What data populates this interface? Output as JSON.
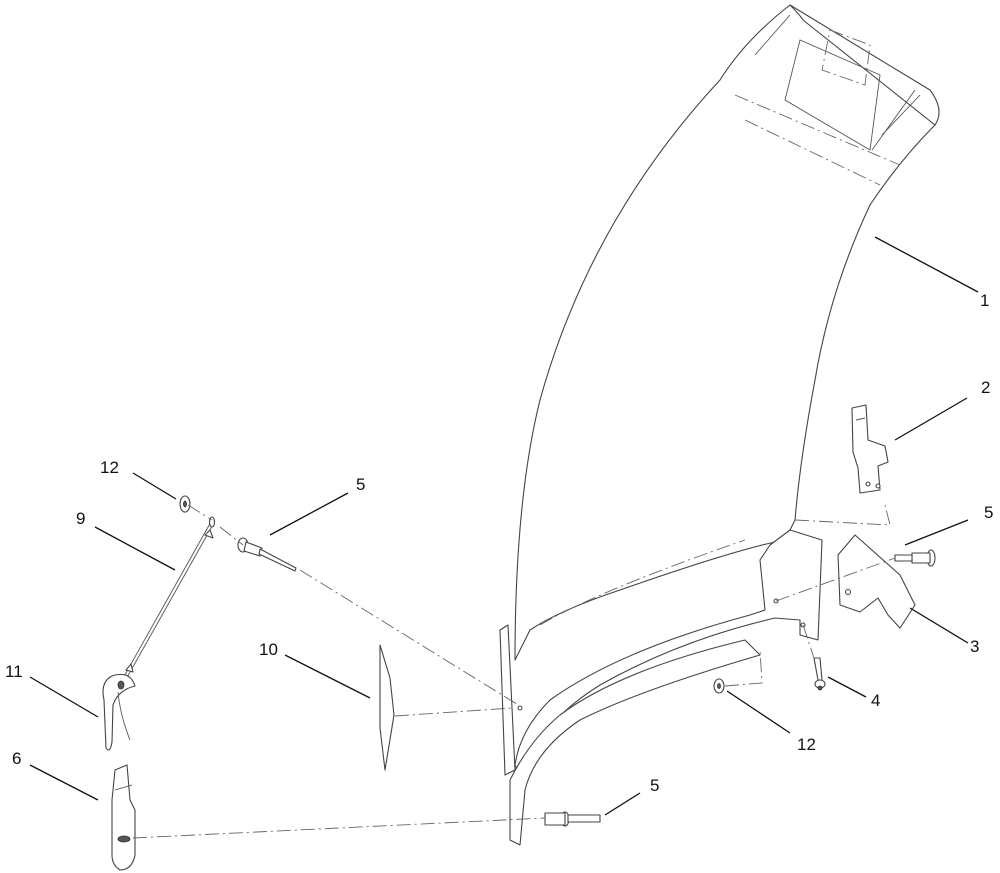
{
  "callouts": [
    {
      "id": "c1",
      "label": "1"
    },
    {
      "id": "c2",
      "label": "2"
    },
    {
      "id": "c3",
      "label": "3"
    },
    {
      "id": "c4",
      "label": "4"
    },
    {
      "id": "c5a",
      "label": "5"
    },
    {
      "id": "c5b",
      "label": "5"
    },
    {
      "id": "c5c",
      "label": "5"
    },
    {
      "id": "c6",
      "label": "6"
    },
    {
      "id": "c9",
      "label": "9"
    },
    {
      "id": "c10",
      "label": "10"
    },
    {
      "id": "c11",
      "label": "11"
    },
    {
      "id": "c12a",
      "label": "12"
    },
    {
      "id": "c12b",
      "label": "12"
    }
  ]
}
